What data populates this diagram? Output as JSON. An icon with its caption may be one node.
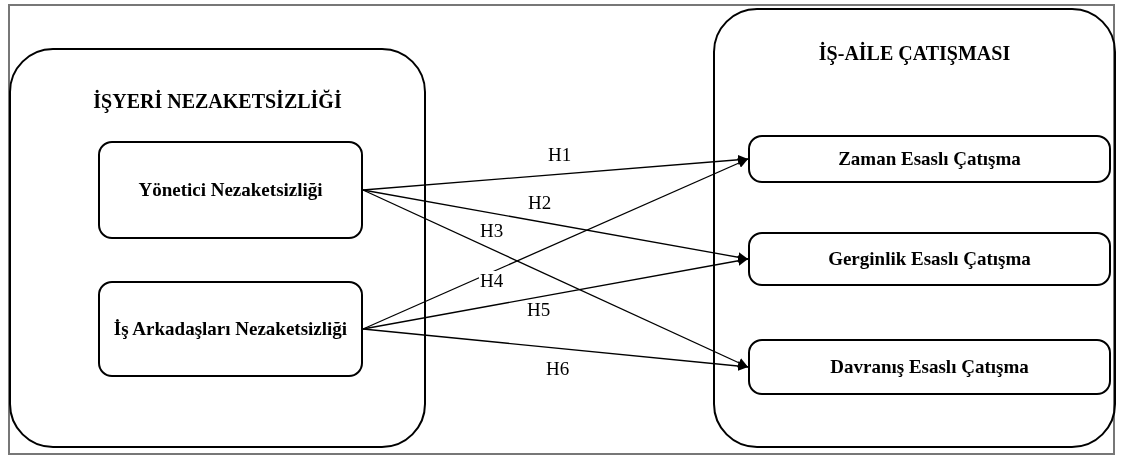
{
  "diagram": {
    "nodes": [
      {
        "text": [
          "İŞYERİ NEZAKETSİZLİĞİ"
        ]
      },
      {
        "text": [
          "Yönetici Nezaketsizliği"
        ],
        "in": 0
      },
      {
        "text": [
          "İş Arkadaşları Nezaketsizliği"
        ],
        "in": 0
      },
      {
        "text": [
          "İŞ-AİLE ÇATIŞMASI"
        ]
      },
      {
        "text": [
          "Zaman Esaslı Çatışma"
        ],
        "in": 3
      },
      {
        "text": [
          "Gerginlik Esaslı Çatışma"
        ],
        "in": 3
      },
      {
        "text": [
          "Davranış Esaslı Çatışma"
        ],
        "in": 3
      }
    ],
    "edges": [
      {
        "from": 1,
        "to": 4,
        "arrow": "to",
        "label": "H1"
      },
      {
        "from": 1,
        "to": 5,
        "arrow": "to",
        "label": "H2"
      },
      {
        "from": 1,
        "to": 6,
        "arrow": "to",
        "label": "H3"
      },
      {
        "from": 2,
        "to": 4,
        "arrow": "to",
        "label": "H4"
      },
      {
        "from": 2,
        "to": 5,
        "arrow": "to",
        "label": "H5"
      },
      {
        "from": 2,
        "to": 6,
        "arrow": "to",
        "label": "H6"
      }
    ]
  }
}
